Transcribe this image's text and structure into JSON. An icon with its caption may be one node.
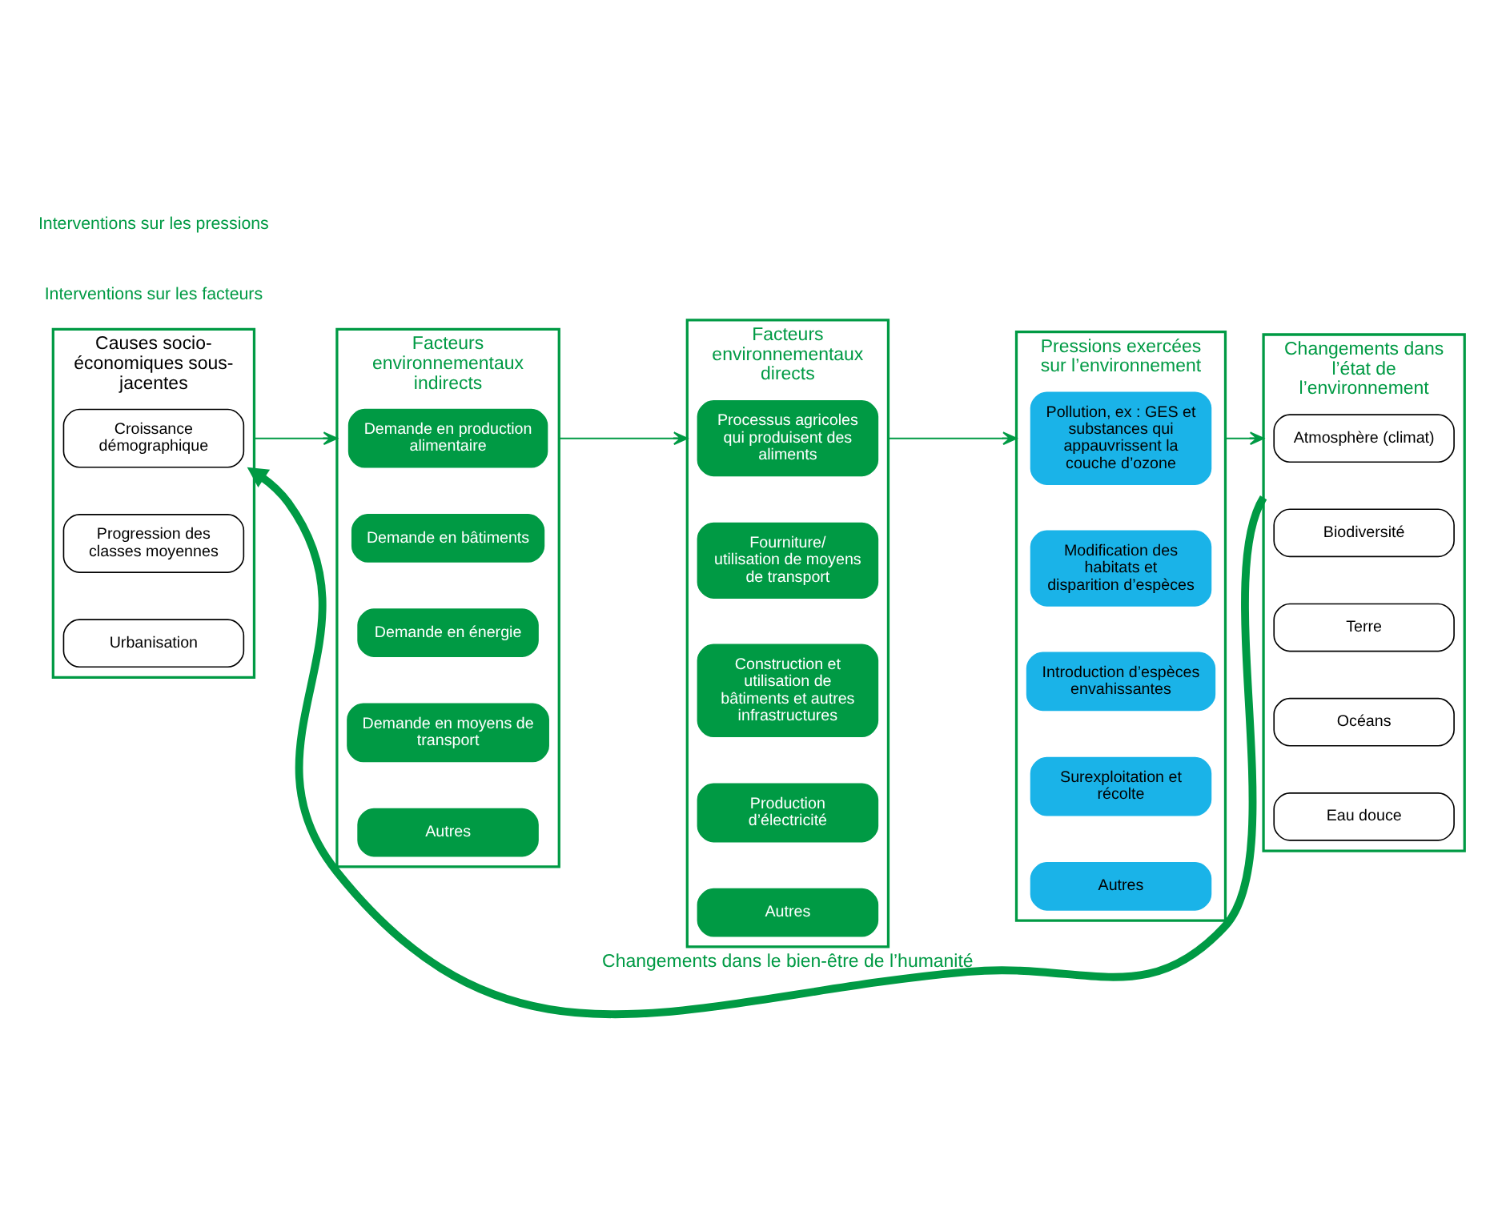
{
  "diagram": {
    "nodes": [
      {
        "text": [
          "Causes socio-économiques sous-jacentes"
        ]
      },
      {
        "text": [
          "Croissance démographique"
        ],
        "in": 0
      },
      {
        "text": [
          "Progression des classes moyennes"
        ],
        "in": 0
      },
      {
        "text": [
          "Urbanisation"
        ],
        "in": 0
      },
      {
        "text": [
          "Facteurs environnementaux indirects"
        ]
      },
      {
        "text": [
          "Demande en production alimentaire"
        ],
        "in": 4
      },
      {
        "text": [
          "Demande en bâtiments"
        ],
        "in": 4
      },
      {
        "text": [
          "Demande en énergie"
        ],
        "in": 4
      },
      {
        "text": [
          "Demande en moyens de transport"
        ],
        "in": 4
      },
      {
        "text": [
          "Autres"
        ],
        "in": 4
      },
      {
        "text": [
          "Facteurs environnementaux directs"
        ]
      },
      {
        "text": [
          "Processus agricoles qui produisent des aliments"
        ],
        "in": 10
      },
      {
        "text": [
          "Fourniture/ utilisation de moyens de transport"
        ],
        "in": 10
      },
      {
        "text": [
          "Construction et utilisation de bâtiments et autres infrastructures"
        ],
        "in": 10
      },
      {
        "text": [
          "Production d’électricité"
        ],
        "in": 10
      },
      {
        "text": [
          "Autres"
        ],
        "in": 10
      },
      {
        "text": [
          "Pressions exercées sur l’environnement"
        ]
      },
      {
        "text": [
          "Pollution, ex : GES et substances qui appauvrissent la couche d’ozone"
        ],
        "in": 16
      },
      {
        "text": [
          "Modification des habitats et disparition d’espèces"
        ],
        "in": 16
      },
      {
        "text": [
          "Introduction d’espèces envahissantes"
        ],
        "in": 16
      },
      {
        "text": [
          "Surexploitation et récolte"
        ],
        "in": 16
      },
      {
        "text": [
          "Autres"
        ],
        "in": 16
      },
      {
        "text": [
          "Changements dans l’état de l’environnement"
        ]
      },
      {
        "text": [
          "Atmosphère (climat)"
        ],
        "in": 22
      },
      {
        "text": [
          "Biodiversité"
        ],
        "in": 22
      },
      {
        "text": [
          "Terre"
        ],
        "in": 22
      },
      {
        "text": [
          "Océans"
        ],
        "in": 22
      },
      {
        "text": [
          "Eau douce"
        ],
        "in": 22
      }
    ],
    "edges": [
      {
        "from": 0,
        "to": 4,
        "arrow": "to"
      },
      {
        "from": 4,
        "to": 10,
        "arrow": "to"
      },
      {
        "from": 10,
        "to": 16,
        "arrow": "to"
      },
      {
        "from": 16,
        "to": 22,
        "arrow": "to"
      },
      {
        "from": 22,
        "to": 0,
        "arrow": "to",
        "label": "Changements dans le bien-être de l’humanité",
        "style": "thick"
      }
    ],
    "labels": [
      "Interventions sur les facteurs",
      "Interventions sur les pressions"
    ]
  }
}
